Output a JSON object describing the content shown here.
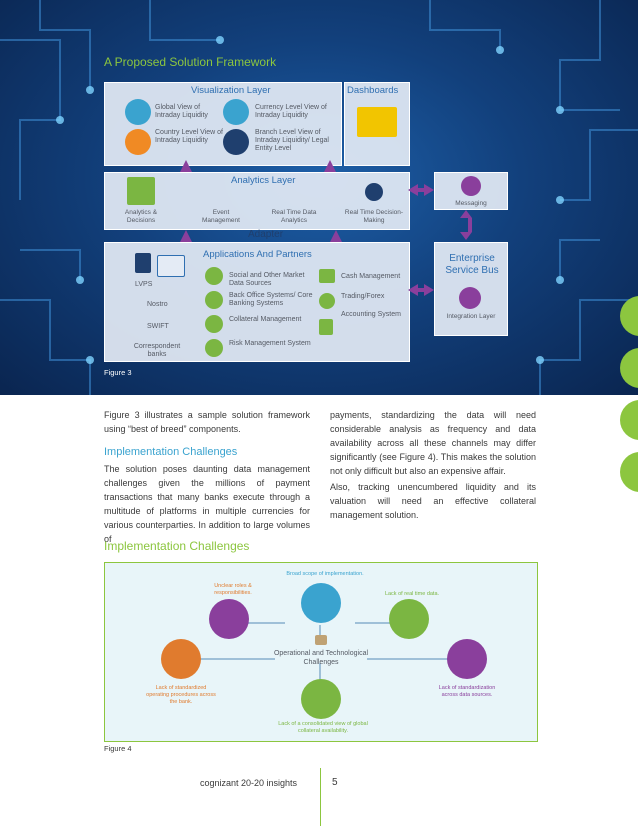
{
  "figure3": {
    "title": "A Proposed Solution Framework",
    "caption": "Figure 3",
    "visualization": {
      "header": "Visualization Layer",
      "items": [
        "Global View of Intraday Liquidity",
        "Currency Level View of Intraday Liquidity",
        "Country Level View of Intraday Liquidity",
        "Branch Level View of Intraday Liquidity/ Legal Entity Level"
      ]
    },
    "dashboards": "Dashboards",
    "analytics": {
      "header": "Analytics Layer",
      "items": [
        "Analytics & Decisions",
        "Event Management",
        "Real Time Data Analytics",
        "Real Time Decision-Making"
      ]
    },
    "messaging": "Messaging",
    "adapter": "Adapter",
    "applications": {
      "header": "Applications And Partners",
      "left": [
        "LVPS",
        "Nostro",
        "SWIFT",
        "Correspondent banks"
      ],
      "middle": [
        "Social and Other Market Data Sources",
        "Back Office Systems/ Core Banking Systems",
        "Collateral Management",
        "Risk Management System"
      ],
      "right": [
        "Cash Management",
        "Trading/Forex",
        "Accounting System"
      ]
    },
    "esb": {
      "title": "Enterprise Service Bus",
      "integration": "Integration Layer"
    }
  },
  "body": {
    "p1": "Figure 3 illustrates a sample solution framework using “best of breed” components.",
    "h_impl": "Implementation Challenges",
    "p2": "The solution poses daunting data management challenges given the millions of payment transactions that many banks execute through a multitude of platforms in multiple currencies for various counterparties. In addition to large volumes of",
    "p3": "payments, standardizing the data will need considerable analysis as frequency and data availability across all these channels may differ significantly (see Figure 4). This makes the solution not only difficult but also an expensive affair.",
    "p4": "Also, tracking unencumbered liquidity and its valuation will need an effective collateral management solution."
  },
  "figure4": {
    "title": "Implementation Challenges",
    "caption": "Figure 4",
    "center": "Operational and Technological Challenges",
    "top": "Broad scope of implementation.",
    "unclear": "Unclear roles & responsibilities.",
    "realtime": "Lack of real time data.",
    "procedures": "Lack of standardized operating procedures across the bank.",
    "standardization": "Lack of standardization across data sources.",
    "consolidated": "Lack of a consolidated view of global collateral availability."
  },
  "footer": {
    "brand": "cognizant 20-20 insights",
    "page": "5"
  },
  "colors": {
    "green": "#8cc63f",
    "blue": "#3aa3cf",
    "navy": "#12407c",
    "purple": "#8a3f9c"
  }
}
